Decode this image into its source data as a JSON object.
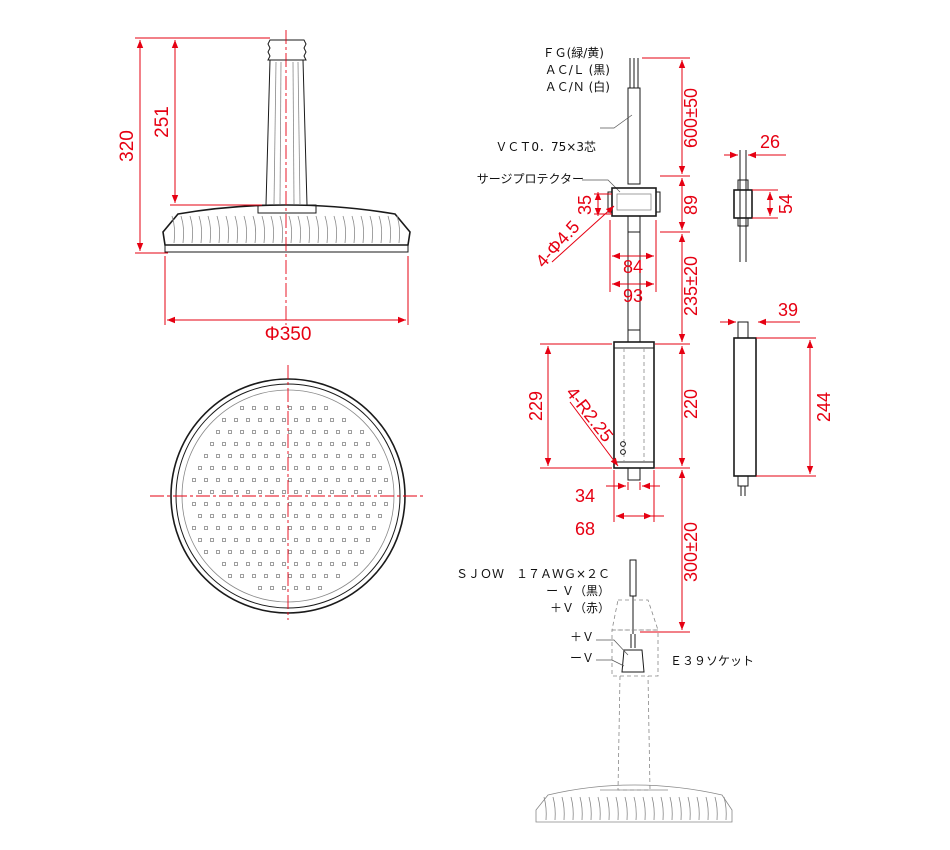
{
  "dimensions": {
    "total_height": "320",
    "neck_height": "251",
    "diameter": "Φ350",
    "cable_top": "600±50",
    "protector_len": "89",
    "protector_h": "35",
    "hole": "4-Φ4.5",
    "protector_pitch": "84",
    "protector_w": "93",
    "side_w": "26",
    "side_h": "54",
    "cable_mid": "235±20",
    "driver_side_w": "39",
    "driver_h": "229",
    "driver_corner": "4-R2.25",
    "driver_len": "220",
    "driver_side_h": "244",
    "driver_pitch": "34",
    "driver_w": "68",
    "cable_bottom": "300±20"
  },
  "labels": {
    "fg": "ＦＧ(緑/黄)",
    "acl": "ＡＣ/Ｌ (黒)",
    "acn": "ＡＣ/Ｎ (白)",
    "vct": "ＶＣＴ0．75×3芯",
    "surge": "サージプロテクター",
    "sjow": "ＳＪＯＷ　１７ＡＷＧ×２Ｃ",
    "neg_black": "ー Ｖ（黒）",
    "pos_red": "＋Ｖ（赤）",
    "pos": "＋Ｖ",
    "neg": "ーＶ",
    "socket": "Ｅ３９ソケット"
  },
  "colors": {
    "dimension": "#e60012",
    "outline": "#1a1a1a"
  }
}
